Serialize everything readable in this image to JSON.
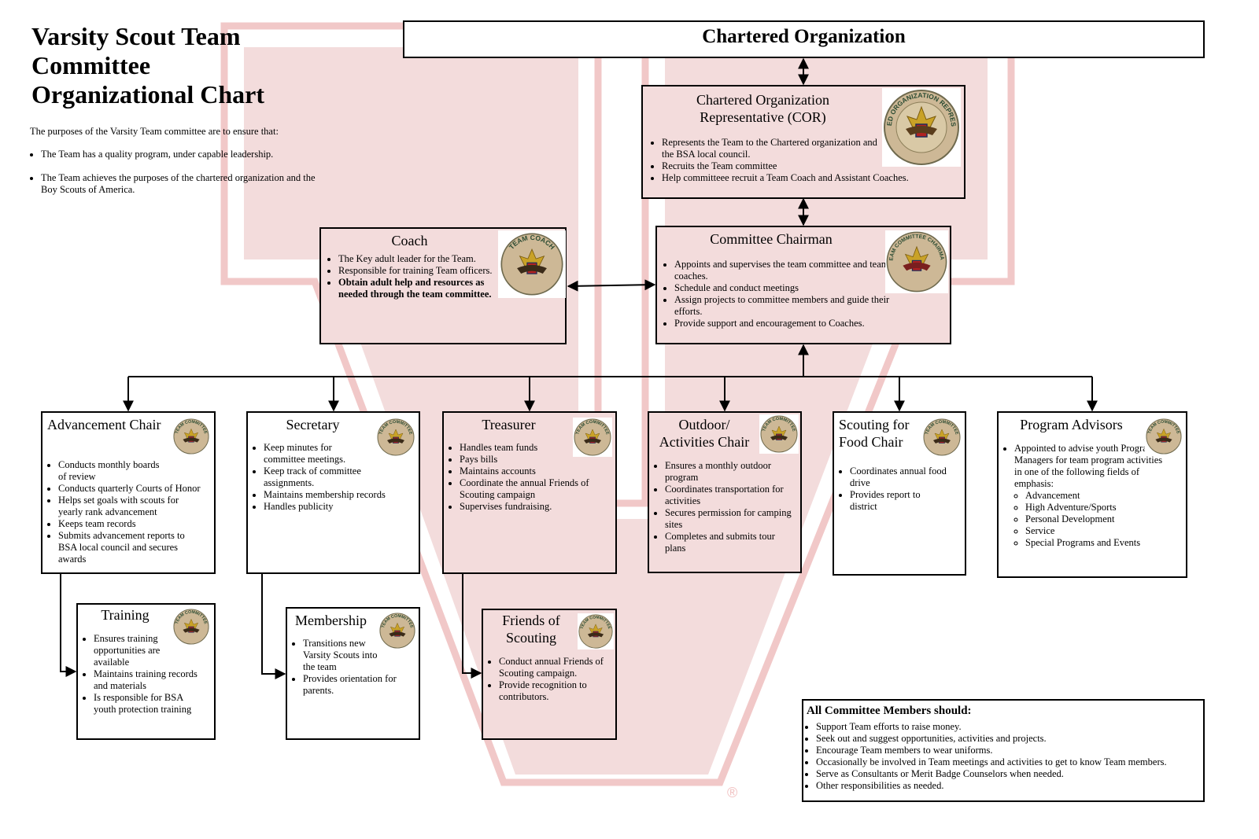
{
  "title_lines": [
    "Varsity Scout Team",
    "Committee",
    "Organizational Chart"
  ],
  "intro": {
    "lead": "The purposes of the Varsity Team committee are to ensure that:",
    "points": [
      "The Team has a quality program, under capable leadership.",
      "The Team achieves the purposes of the chartered organization and the Boy Scouts of America."
    ]
  },
  "chartered_org": {
    "title": "Chartered Organization"
  },
  "cor": {
    "title_lines": [
      "Chartered Organization",
      "Representative (COR)"
    ],
    "points": [
      "Represents the Team to the Chartered organization and the BSA local council.",
      "Recruits the Team committee",
      "Help committeee recruit a Team Coach and Assistant Coaches."
    ],
    "badge_text": "CHARTERED ORGANIZATION REPRESENTATIVE"
  },
  "coach": {
    "title": "Coach",
    "points": [
      "The Key adult leader for the Team.",
      "Responsible for training Team officers.",
      "Obtain adult help and resources as needed through the team committee."
    ],
    "badge_text": "TEAM COACH"
  },
  "chairman": {
    "title": "Committee Chairman",
    "points": [
      "Appoints and supervises the team committee and team coaches.",
      "Schedule and conduct meetings",
      "Assign projects to committee members and guide their efforts.",
      "Provide support and encouragement to Coaches."
    ],
    "badge_text": "TEAM COMMITTEE CHAIRMAN"
  },
  "small_badge_text": "TEAM COMMITTEE",
  "advancement": {
    "title": "Advancement Chair",
    "points": [
      "Conducts monthly boards of review",
      "Conducts quarterly Courts of Honor",
      "Helps set goals with scouts for yearly rank advancement",
      "Keeps team records",
      "Submits advancement reports to BSA local council and secures awards"
    ]
  },
  "secretary": {
    "title": "Secretary",
    "points": [
      "Keep minutes for committee meetings.",
      "Keep track of committee assignments.",
      "Maintains membership records",
      "Handles publicity"
    ]
  },
  "treasurer": {
    "title": "Treasurer",
    "points": [
      "Handles team funds",
      "Pays bills",
      "Maintains accounts",
      "Coordinate the annual Friends of Scouting campaign",
      "Supervises fundraising."
    ]
  },
  "outdoor": {
    "title_lines": [
      "Outdoor/",
      "Activities Chair"
    ],
    "points": [
      "Ensures a monthly outdoor program",
      "Coordinates transportation for activities",
      "Secures permission for camping sites",
      "Completes and submits tour plans"
    ]
  },
  "food": {
    "title_lines": [
      "Scouting for",
      "Food Chair"
    ],
    "points": [
      "Coordinates  annual food drive",
      "Provides report to district"
    ]
  },
  "advisors": {
    "title": "Program Advisors",
    "lead": "Appointed to advise youth Program Managers for team program activities in one of the following fields of emphasis:",
    "fields": [
      "Advancement",
      "High Adventure/Sports",
      "Personal Development",
      "Service",
      "Special Programs and Events"
    ]
  },
  "training": {
    "title": "Training",
    "points": [
      "Ensures training opportunities are available",
      "Maintains training records and materials",
      "Is responsible for BSA youth protection training"
    ]
  },
  "membership": {
    "title": "Membership",
    "points": [
      "Transitions new Varsity Scouts into the team",
      "Provides orientation for parents."
    ]
  },
  "fos": {
    "title_lines": [
      "Friends of",
      "Scouting"
    ],
    "points": [
      "Conduct annual  Friends of Scouting campaign.",
      "Provide recognition to contributors."
    ]
  },
  "all_members": {
    "title": "All Committee Members should:",
    "points": [
      "Support Team efforts to raise money.",
      "Seek out and suggest opportunities, activities and projects.",
      "Encourage Team members to wear uniforms.",
      "Occasionally be involved in Team meetings and activities to get to know Team members.",
      "Serve as Consultants or Merit Badge Counselors when needed.",
      "Other responsibilities as needed."
    ]
  },
  "registered_mark": "®",
  "colors": {
    "pink_fill": "#f3dcdc",
    "pink_stroke": "#f1c0c0",
    "badge_tan": "#cdb896"
  }
}
